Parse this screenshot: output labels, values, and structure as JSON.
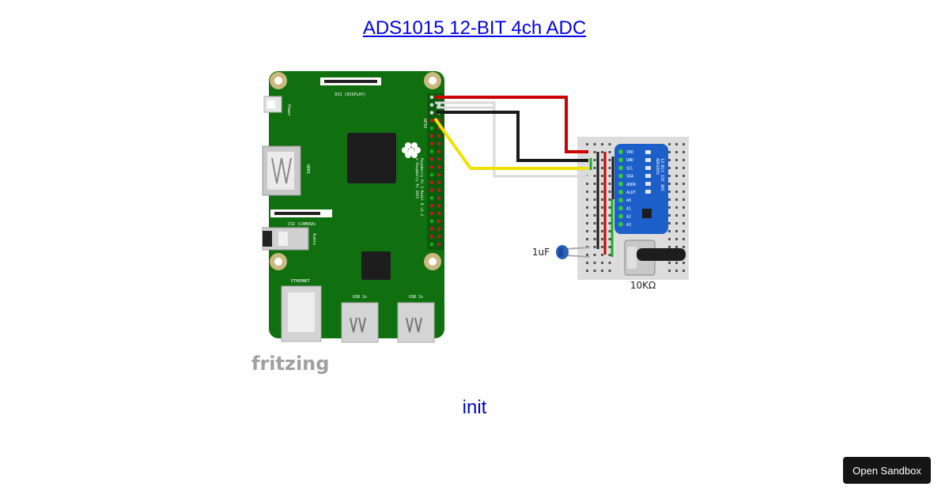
{
  "header": {
    "title_link": "ADS1015 12-BIT 4ch ADC"
  },
  "diagram": {
    "capacitor_label": "1uF",
    "potentiometer_label": "10KΩ",
    "watermark": "fritzing",
    "pi_labels": {
      "display": "DSI (DISPLAY)",
      "camera": "CSI (CAMERA)",
      "power": "Power",
      "hdmi": "HDMI",
      "audio": "Audio",
      "ethernet": "ETHERNET",
      "usb1": "USB 2x",
      "usb2": "USB 2x",
      "gpio": "GPIO"
    },
    "adc_pins": [
      "VDD",
      "GND",
      "SCL",
      "SDA",
      "ADDR",
      "ALRT",
      "A0",
      "A1",
      "A2",
      "A3"
    ],
    "colors": {
      "board": "#107010",
      "wire_red": "#cc0000",
      "wire_black": "#1a1a1a",
      "wire_yellow": "#f0e000",
      "wire_white": "#d8d8d8",
      "adc_board": "#1c5fc9",
      "breadboard": "#dcdcdc"
    }
  },
  "status": {
    "text": "init"
  },
  "footer": {
    "sandbox_button": "Open Sandbox"
  }
}
